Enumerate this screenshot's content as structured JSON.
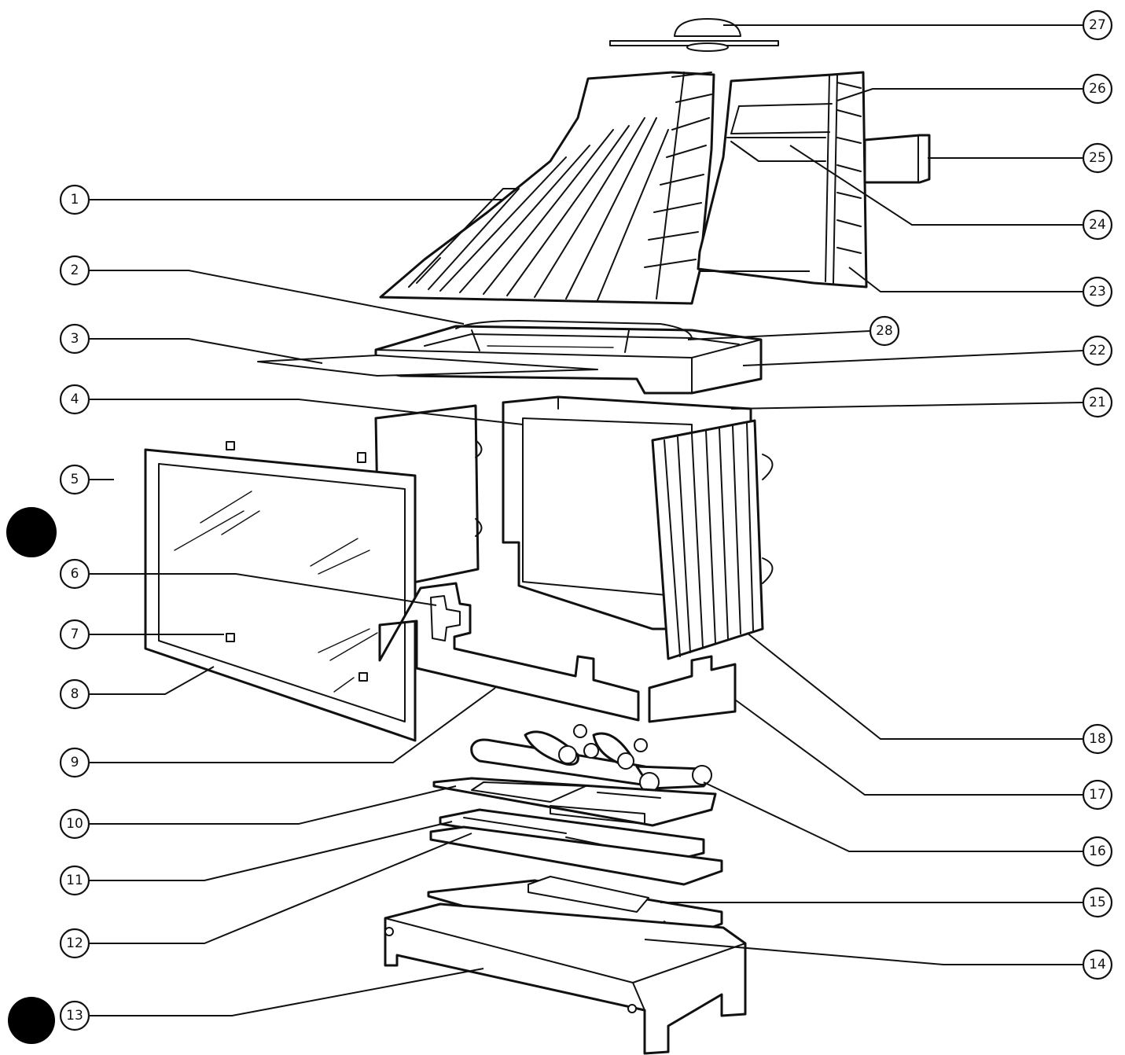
{
  "callouts": {
    "c1": "1",
    "c2": "2",
    "c3": "3",
    "c4": "4",
    "c5": "5",
    "c6": "6",
    "c7": "7",
    "c8": "8",
    "c9": "9",
    "c10": "10",
    "c11": "11",
    "c12": "12",
    "c13": "13",
    "c14": "14",
    "c15": "15",
    "c16": "16",
    "c17": "17",
    "c18": "18",
    "c21": "21",
    "c22": "22",
    "c23": "23",
    "c24": "24",
    "c25": "25",
    "c26": "26",
    "c27": "27",
    "c28": "28"
  },
  "colors": {
    "ink": "#111111",
    "paper": "#ffffff"
  }
}
